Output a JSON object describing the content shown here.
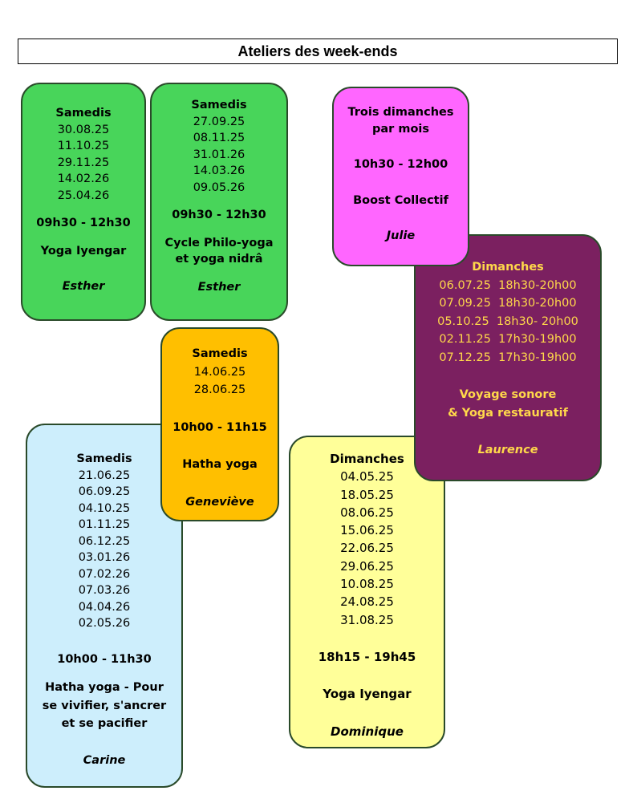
{
  "page": {
    "title": "Ateliers des week-ends"
  },
  "cards": {
    "esther1": {
      "day": "Samedis",
      "dates": [
        "30.08.25",
        "11.10.25",
        "29.11.25",
        "14.02.26",
        "25.04.26"
      ],
      "time": "09h30 - 12h30",
      "activity": "Yoga Iyengar",
      "teacher": "Esther"
    },
    "esther2": {
      "day": "Samedis",
      "dates": [
        "27.09.25",
        "08.11.25",
        "31.01.26",
        "14.03.26",
        "09.05.26"
      ],
      "time": "09h30 - 12h30",
      "activity_line1": "Cycle Philo-yoga",
      "activity_line2": "et yoga nidrâ",
      "teacher": "Esther"
    },
    "julie": {
      "day_line1": "Trois dimanches",
      "day_line2": "par mois",
      "time": "10h30 - 12h00",
      "activity": "Boost Collectif",
      "teacher": "Julie"
    },
    "laurence": {
      "day": "Dimanches",
      "sessions": [
        "06.07.25  18h30-20h00",
        "07.09.25  18h30-20h00",
        "05.10.25  18h30- 20h00",
        "02.11.25  17h30-19h00",
        "07.12.25  17h30-19h00"
      ],
      "activity_line1": "Voyage sonore",
      "activity_line2": "& Yoga restauratif",
      "teacher": "Laurence"
    },
    "genevieve": {
      "day": "Samedis",
      "dates": [
        "14.06.25",
        "28.06.25"
      ],
      "time": "10h00 - 11h15",
      "activity": "Hatha yoga",
      "teacher": "Geneviève"
    },
    "carine": {
      "day": "Samedis",
      "dates": [
        "21.06.25",
        "06.09.25",
        "04.10.25",
        "01.11.25",
        "06.12.25",
        "03.01.26",
        "07.02.26",
        "07.03.26",
        "04.04.26",
        "02.05.26"
      ],
      "time": "10h00 - 11h30",
      "activity_line1": "Hatha yoga  - Pour",
      "activity_line2": "se vivifier, s'ancrer",
      "activity_line3": "et se pacifier",
      "teacher": "Carine"
    },
    "dominique": {
      "day": "Dimanches",
      "dates": [
        "04.05.25",
        "18.05.25",
        "08.06.25",
        "15.06.25",
        "22.06.25",
        "29.06.25",
        "10.08.25",
        "24.08.25",
        "31.08.25"
      ],
      "time": "18h15 - 19h45",
      "activity": "Yoga Iyengar",
      "teacher": "Dominique"
    }
  },
  "colors": {
    "green": "#48d55a",
    "pink": "#ff66ff",
    "purple": "#7b2060",
    "purple_text": "#ffd84a",
    "orange": "#ffbf00",
    "lightblue": "#cdeefc",
    "yellow": "#ffff99"
  }
}
